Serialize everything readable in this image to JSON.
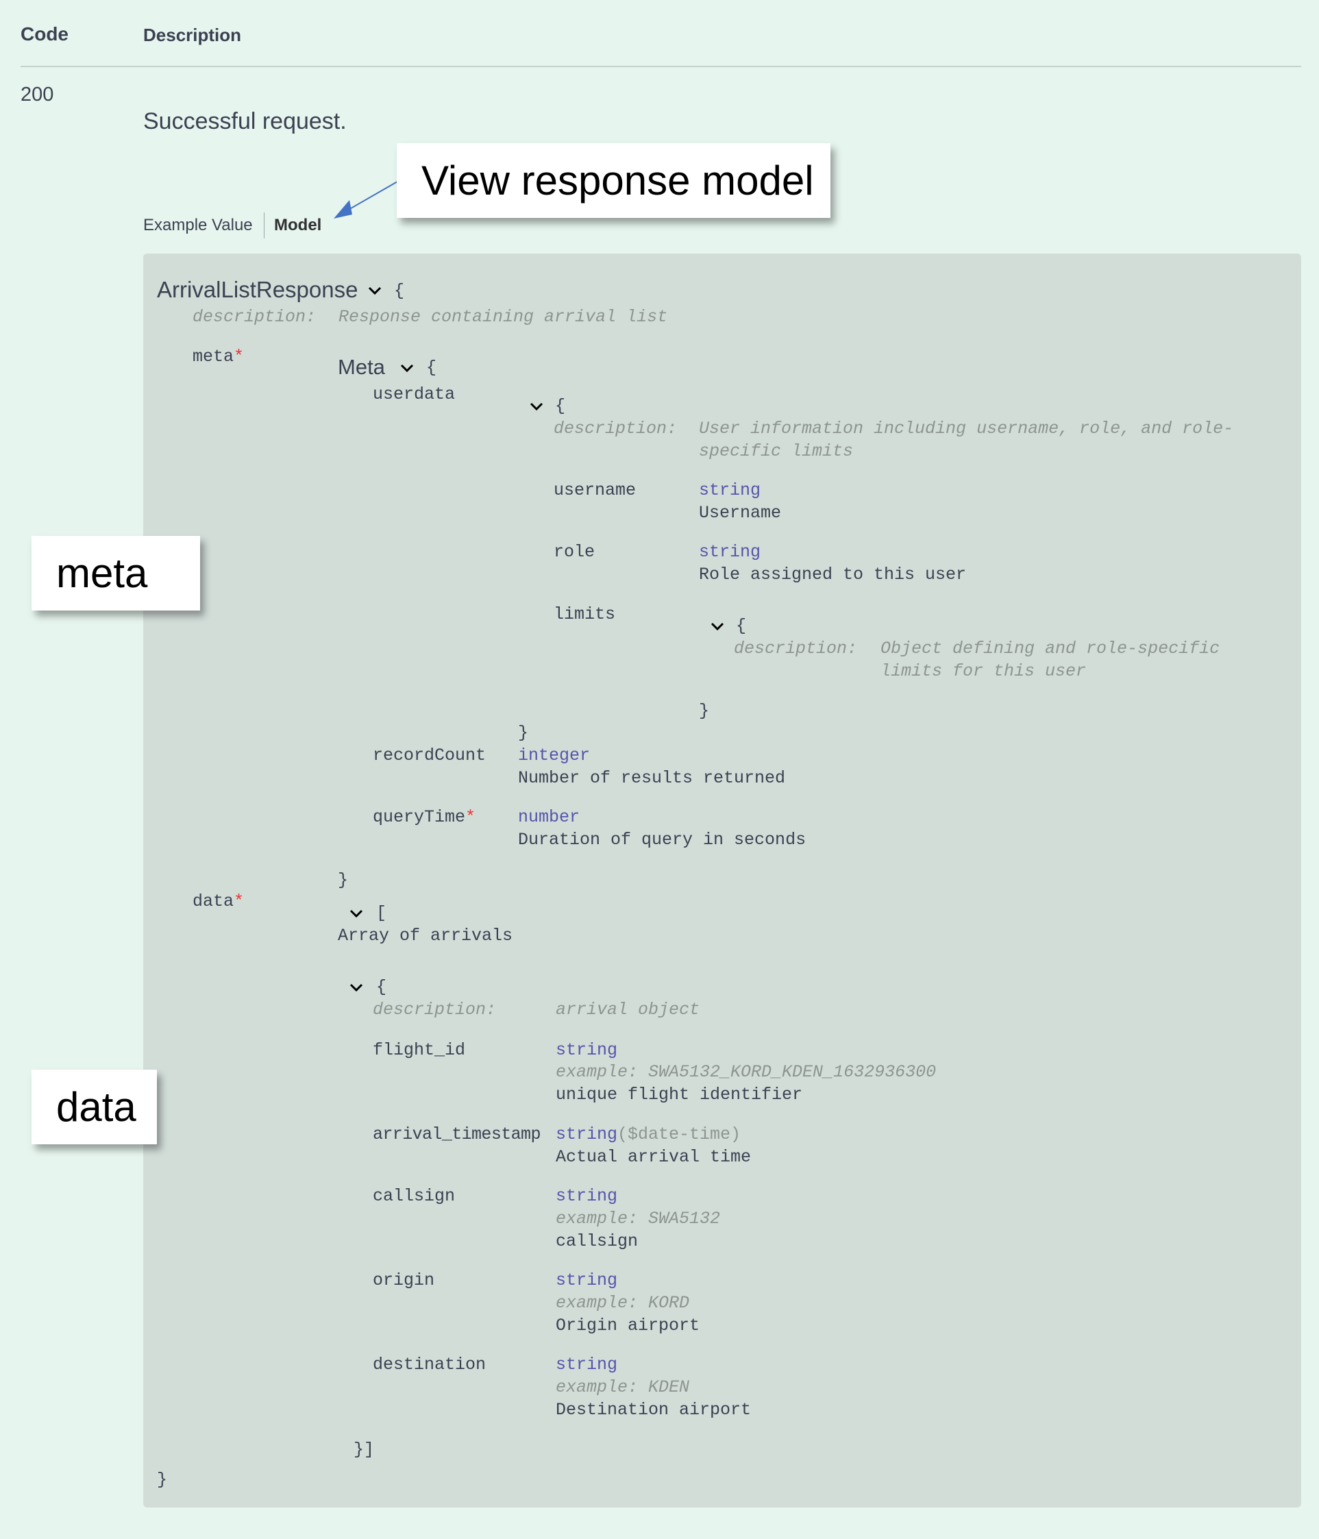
{
  "table": {
    "code_header": "Code",
    "description_header": "Description"
  },
  "response": {
    "code": "200",
    "description": "Successful request."
  },
  "tabs": {
    "example_value": "Example Value",
    "model": "Model"
  },
  "callouts": {
    "view_model": "View response model",
    "meta": "meta",
    "data": "data"
  },
  "model": {
    "name": "ArrivalListResponse",
    "open": "{",
    "close": "}",
    "desc_label": "description:",
    "description": "Response containing arrival list",
    "meta": {
      "label": "meta",
      "required": "*",
      "name": "Meta",
      "open": "{",
      "close": "}",
      "userdata": {
        "label": "userdata",
        "open": "{",
        "close": "}",
        "desc_label": "description:",
        "description_1": "User information including username, role, and role-",
        "description_2": "specific limits",
        "username": {
          "label": "username",
          "type": "string",
          "desc": "Username"
        },
        "role": {
          "label": "role",
          "type": "string",
          "desc": "Role assigned to this user"
        },
        "limits": {
          "label": "limits",
          "open": "{",
          "close": "}",
          "desc_label": "description:",
          "description_1": "Object defining and role-specific",
          "description_2": "limits for this user"
        }
      },
      "recordCount": {
        "label": "recordCount",
        "type": "integer",
        "desc": "Number of results returned"
      },
      "queryTime": {
        "label": "queryTime",
        "required": "*",
        "type": "number",
        "desc": "Duration of query in seconds"
      }
    },
    "data": {
      "label": "data",
      "required": "*",
      "open": "[",
      "description": "Array of arrivals",
      "item_open": "{",
      "item_close": "}]",
      "desc_label": "description:",
      "item_description": "arrival object",
      "fields": {
        "flight_id": {
          "label": "flight_id",
          "type": "string",
          "example": "example: SWA5132_KORD_KDEN_1632936300",
          "desc": "unique flight identifier"
        },
        "arrival_timestamp": {
          "label": "arrival_timestamp",
          "type": "string",
          "format": "($date-time)",
          "desc": "Actual arrival time"
        },
        "callsign": {
          "label": "callsign",
          "type": "string",
          "example": "example: SWA5132",
          "desc": "callsign"
        },
        "origin": {
          "label": "origin",
          "type": "string",
          "example": "example: KORD",
          "desc": "Origin airport"
        },
        "destination": {
          "label": "destination",
          "type": "string",
          "example": "example: KDEN",
          "desc": "Destination airport"
        }
      }
    }
  },
  "colors": {
    "background": "#e6f5ee",
    "model_box": "#d2ddd8",
    "type": "#5555aa",
    "required": "#ee3333",
    "arrow": "#4472c4"
  }
}
